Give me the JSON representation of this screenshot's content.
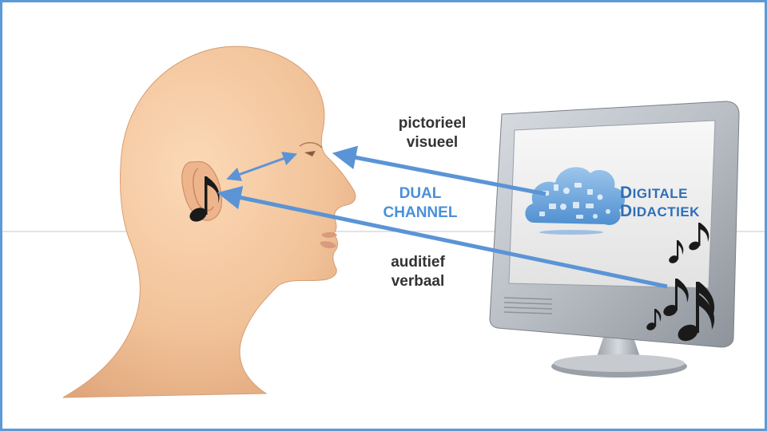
{
  "labels": {
    "visual_line1": "pictorieel",
    "visual_line2": "visueel",
    "dual_line1": "DUAL",
    "dual_line2": "CHANNEL",
    "audio_line1": "auditief",
    "audio_line2": "verbaal"
  },
  "screen_brand": {
    "line1_initial": "D",
    "line1_rest": "IGITALE",
    "line2_initial": "D",
    "line2_rest": "IDACTIEK"
  },
  "icons": [
    "head-silhouette",
    "ear-music-note-icon",
    "monitor",
    "cloud-icon",
    "music-notes-icon"
  ],
  "colors": {
    "frame": "#5b9bd5",
    "arrow": "#5b94d6",
    "skin": "#f3c8a0",
    "label_dark": "#333333",
    "label_blue": "#4a90d9",
    "brand": "#2f6fb6"
  }
}
